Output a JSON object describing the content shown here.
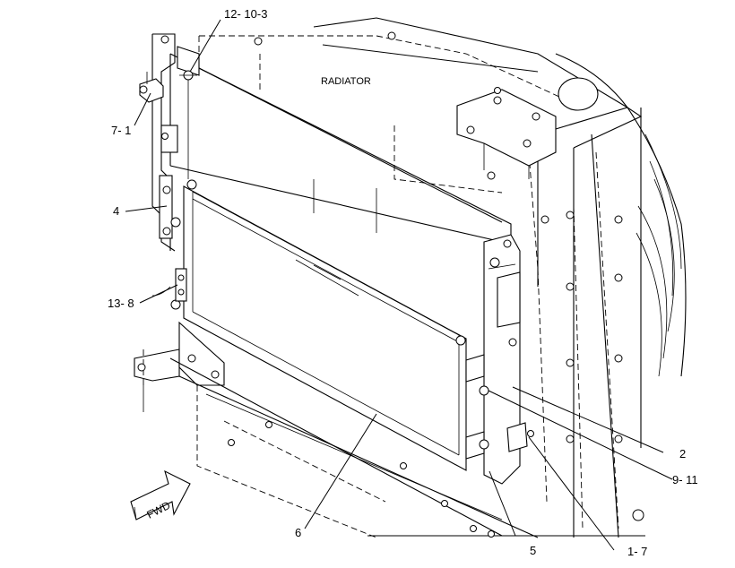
{
  "callouts": {
    "c_12_10_3": "12- 10-3",
    "c_7_1": "7- 1",
    "c_4": "4",
    "c_13_8": "13- 8",
    "c_2": "2",
    "c_9_11": "9- 11",
    "c_6": "6",
    "c_5": "5",
    "c_1_7": "1- 7"
  },
  "labels": {
    "radiator": "RADIATOR",
    "fwd": "FWD"
  },
  "icons": {
    "fwd_arrow": "forward-arrow-icon"
  }
}
